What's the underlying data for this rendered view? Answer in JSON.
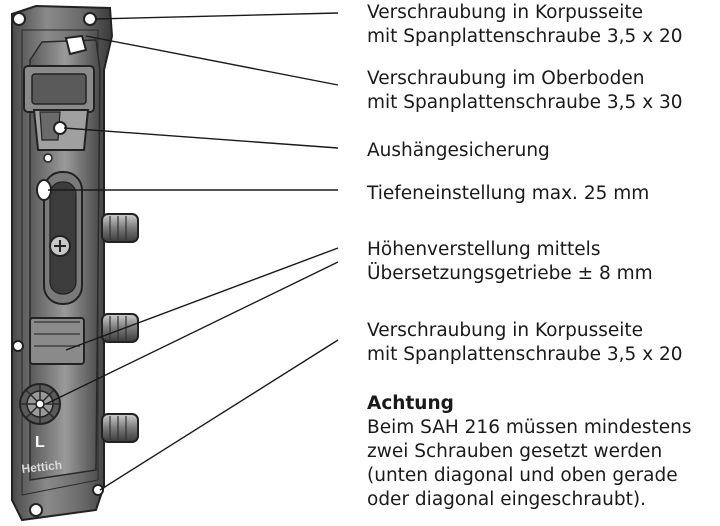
{
  "labels": [
    {
      "line1": "Verschraubung in Korpusseite",
      "line2": "mit Spanplattenschraube 3,5 x 20"
    },
    {
      "line1": "Verschraubung im Oberboden",
      "line2": "mit Spanplattenschraube 3,5 x 30"
    },
    {
      "line1": "Aushängesicherung"
    },
    {
      "line1": "Tiefeneinstellung max. 25 mm"
    },
    {
      "line1": "Höhenverstellung mittels",
      "line2": "Übersetzungsgetriebe ± 8 mm"
    },
    {
      "line1": "Verschraubung in Korpusseite",
      "line2": "mit Spanplattenschraube 3,5 x 20"
    }
  ],
  "note": {
    "title": "Achtung",
    "lines": [
      "Beim SAH 216 müssen mindestens",
      "zwei Schrauben gesetzt werden",
      "(unten diagonal und oben gerade",
      "oder diagonal eingeschraubt)."
    ]
  },
  "part": {
    "side_letter": "L",
    "brand": "Hettich"
  },
  "colors": {
    "metal_dark": "#3c3c3c",
    "metal_mid": "#6e6e6e",
    "metal_light": "#b4b4b4",
    "leader": "#1a1a1a"
  }
}
